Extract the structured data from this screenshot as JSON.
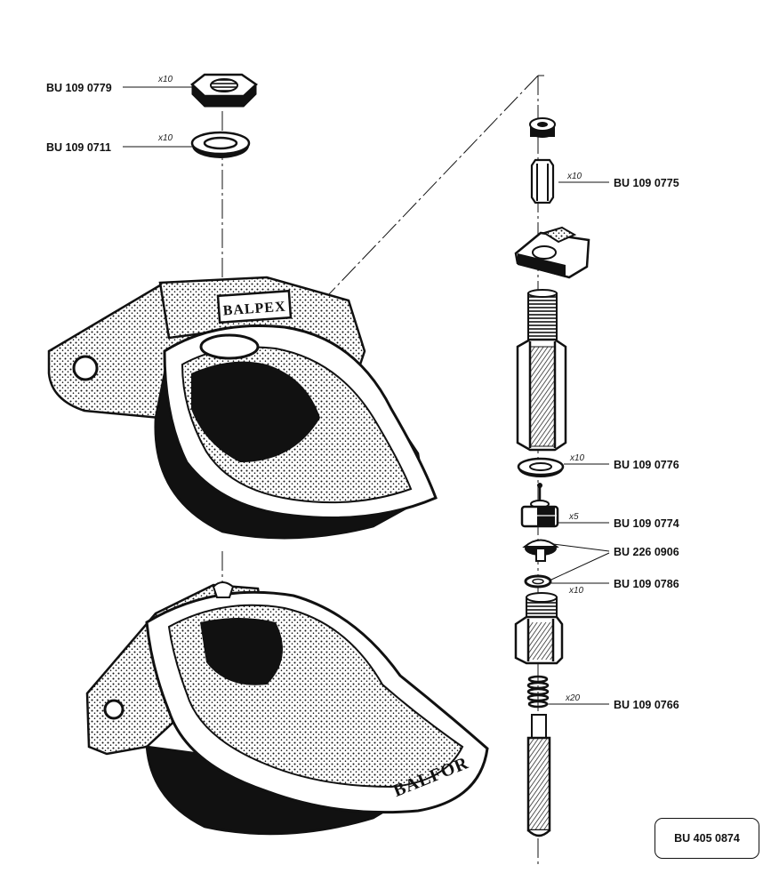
{
  "callouts": {
    "nut": {
      "part_number": "BU 109 0779",
      "qty": "x10"
    },
    "washer": {
      "part_number": "BU 109 0711",
      "qty": "x10"
    },
    "sleeve": {
      "part_number": "BU 109 0775",
      "qty": "x10"
    },
    "seal_ring": {
      "part_number": "BU 109 0776",
      "qty": "x10"
    },
    "valve": {
      "part_number": "BU 109 0774",
      "qty": "x5"
    },
    "valve_disc": {
      "part_number": "BU 226 0906"
    },
    "small_ring": {
      "part_number": "BU 109 0786",
      "qty": "x10"
    },
    "spring": {
      "part_number": "BU 109 0766",
      "qty": "x20"
    }
  },
  "bowls": {
    "upper_brand": "BALPEX",
    "lower_brand": "BALFOR"
  },
  "reference_box": {
    "label": "BU 405 0874"
  },
  "colors": {
    "ink": "#111111",
    "paper": "#ffffff"
  }
}
